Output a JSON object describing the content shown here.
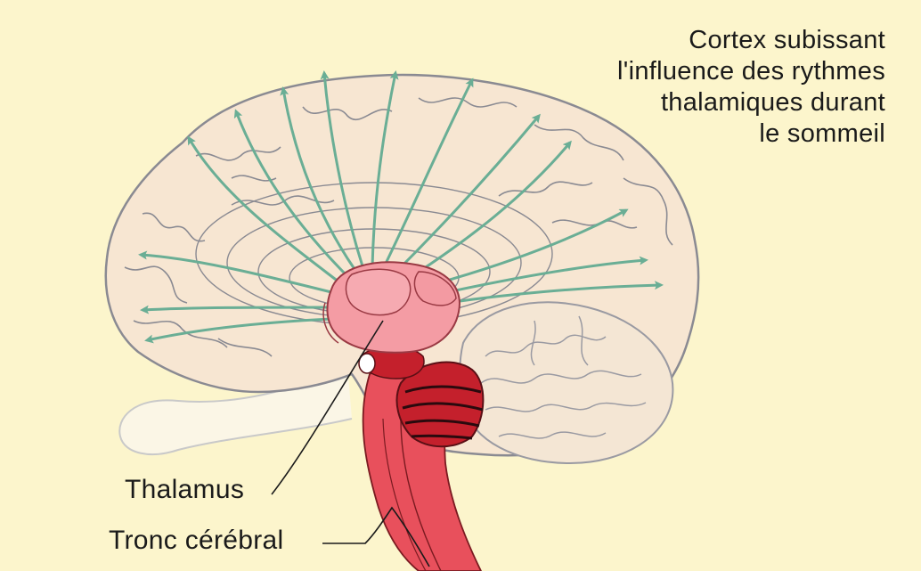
{
  "colors": {
    "background": "#fcf5cc",
    "cortex_fill": "#f7e6d2",
    "cortex_outline": "#8a8a92",
    "arrow": "#6aae95",
    "thalamus": "#f49ca4",
    "brainstem": "#e8505c",
    "midbrain": "#c4202c",
    "cerebellum_outline": "#9a9aa2"
  },
  "labels": {
    "cortex": [
      "Cortex subissant",
      "l'influence des rythmes",
      "thalamiques durant",
      "le sommeil"
    ],
    "thalamus": "Thalamus",
    "brainstem": "Tronc cérébral"
  }
}
